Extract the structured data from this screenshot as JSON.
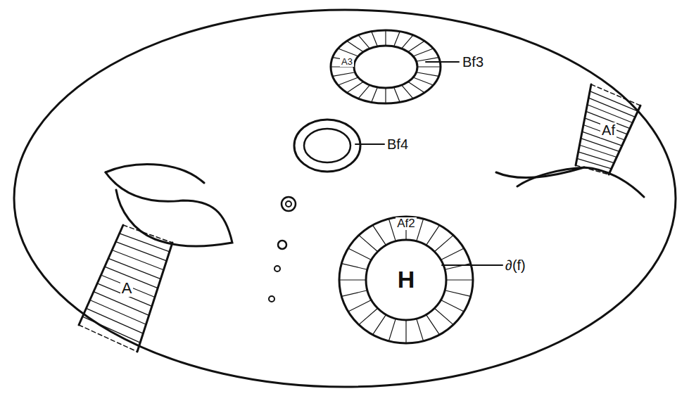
{
  "diagram": {
    "nodes": [
      {
        "text": [
          "A"
        ]
      },
      {
        "text": [
          "Af"
        ]
      },
      {
        "text": [
          "A3"
        ]
      },
      {
        "text": [
          "Af2"
        ]
      },
      {
        "text": [
          "H"
        ],
        "in": 3
      }
    ],
    "labels": [
      "Bf3",
      "Bf4",
      "∂(f)"
    ]
  }
}
